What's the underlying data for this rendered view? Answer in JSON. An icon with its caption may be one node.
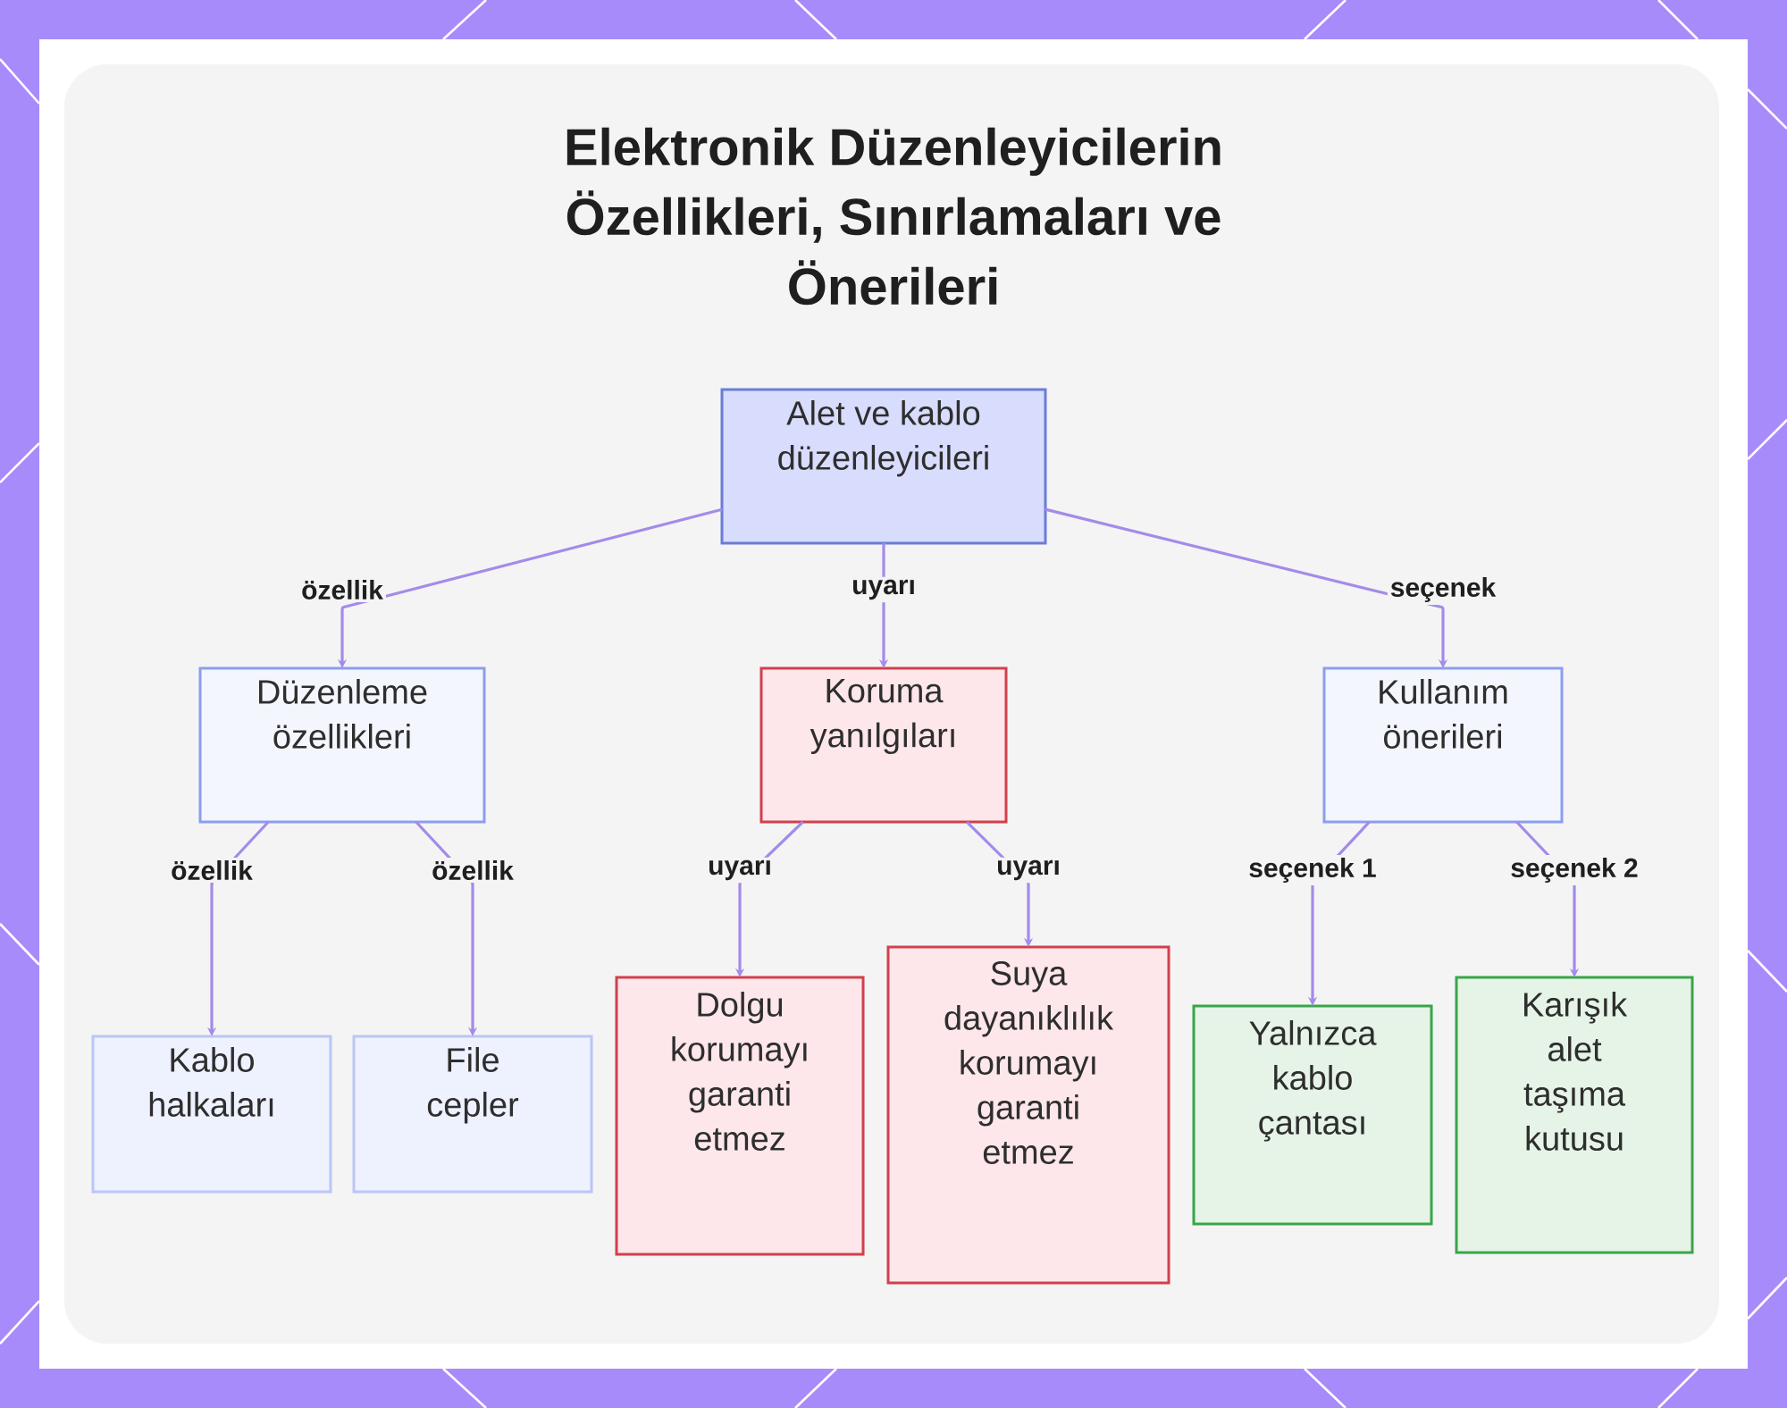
{
  "diagram": {
    "title": "Elektronik Düzenleyicilerin Özellikleri, Sınırlamaları ve Önerileri",
    "nodes": [
      {
        "text": [
          "Alet ve kablo düzenleyicileri"
        ]
      },
      {
        "text": [
          "Düzenleme özellikleri"
        ]
      },
      {
        "text": [
          "Koruma yanılgıları"
        ]
      },
      {
        "text": [
          "Kullanım önerileri"
        ]
      },
      {
        "text": [
          "Kablo halkaları"
        ]
      },
      {
        "text": [
          "File cepler"
        ]
      },
      {
        "text": [
          "Dolgu korumayı garanti etmez"
        ]
      },
      {
        "text": [
          "Suya dayanıklılık korumayı garanti etmez"
        ]
      },
      {
        "text": [
          "Yalnızca kablo çantası"
        ]
      },
      {
        "text": [
          "Karışık alet taşıma kutusu"
        ]
      }
    ],
    "edges": [
      {
        "from": 0,
        "to": 1,
        "arrow": "to",
        "label": "özellik"
      },
      {
        "from": 0,
        "to": 2,
        "arrow": "to",
        "label": "uyarı"
      },
      {
        "from": 0,
        "to": 3,
        "arrow": "to",
        "label": "seçenek"
      },
      {
        "from": 1,
        "to": 4,
        "arrow": "to",
        "label": "özellik"
      },
      {
        "from": 1,
        "to": 5,
        "arrow": "to",
        "label": "özellik"
      },
      {
        "from": 2,
        "to": 6,
        "arrow": "to",
        "label": "uyarı"
      },
      {
        "from": 2,
        "to": 7,
        "arrow": "to",
        "label": "uyarı"
      },
      {
        "from": 3,
        "to": 8,
        "arrow": "to",
        "label": "seçenek 1"
      },
      {
        "from": 3,
        "to": 9,
        "arrow": "to",
        "label": "seçenek 2"
      }
    ]
  }
}
